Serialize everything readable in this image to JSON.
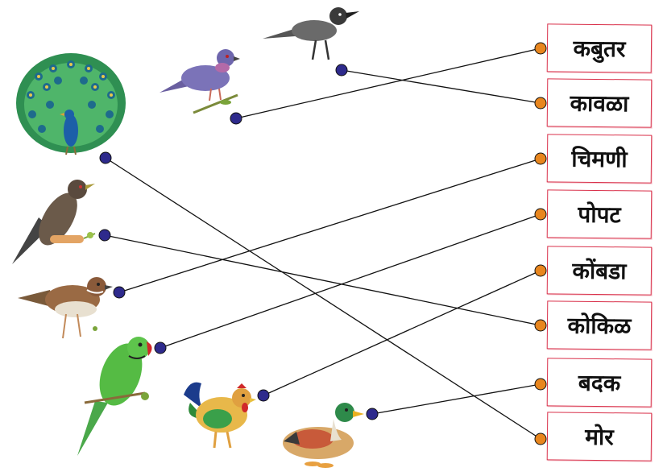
{
  "labels": [
    "कबुतर",
    "कावळा",
    "चिमणी",
    "पोपट",
    "कोंबडा",
    "कोकिळ",
    "बदक",
    "मोर"
  ],
  "birds": [
    {
      "name": "peacock-illustration",
      "matches": "मोर"
    },
    {
      "name": "pigeon-illustration",
      "matches": "कबुतर"
    },
    {
      "name": "crow-illustration",
      "matches": "कावळा"
    },
    {
      "name": "cuckoo-illustration",
      "matches": "कोकिळ"
    },
    {
      "name": "sparrow-illustration",
      "matches": "चिमणी"
    },
    {
      "name": "parrot-illustration",
      "matches": "पोपट"
    },
    {
      "name": "rooster-illustration",
      "matches": "कोंबडा"
    },
    {
      "name": "duck-illustration",
      "matches": "बदक"
    }
  ],
  "colors": {
    "left_dot": "#2e2a8c",
    "right_dot": "#e8861e",
    "box_border": "#d9304a",
    "line": "#111111"
  }
}
